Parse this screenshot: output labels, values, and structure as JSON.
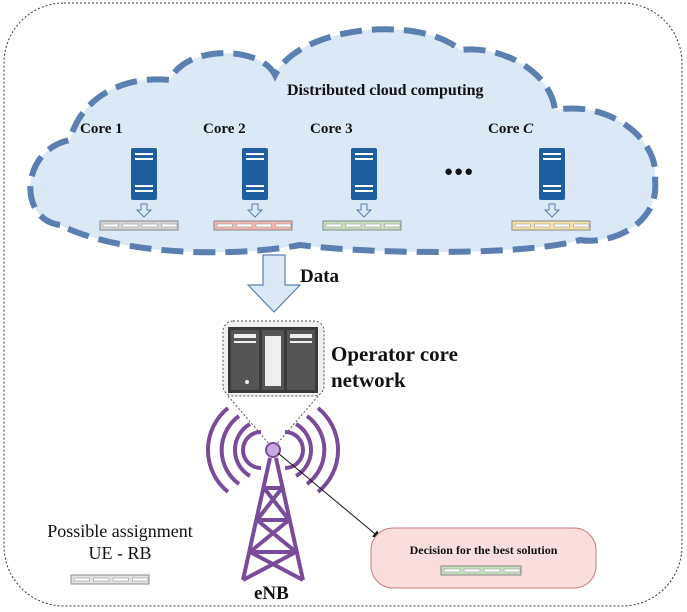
{
  "cloud": {
    "title": "Distributed cloud computing",
    "cores": [
      {
        "prefix": "Core ",
        "suffix": "1",
        "italic": false,
        "color": "#d6d6d6"
      },
      {
        "prefix": "Core ",
        "suffix": "2",
        "italic": false,
        "color": "#f2b8b0"
      },
      {
        "prefix": "Core ",
        "suffix": "3",
        "italic": false,
        "color": "#c9e0bf"
      },
      {
        "prefix": "Core ",
        "suffix": "C",
        "italic": true,
        "color": "#f7e3a8"
      }
    ],
    "ellipsis": "●●●",
    "fill": "#d9e8f7",
    "border": "#5b7fb1"
  },
  "arrow_label": "Data",
  "operator": {
    "line1": "Operator core",
    "line2": "network"
  },
  "enb_label": "eNB",
  "legend": {
    "line1": "Possible assignment",
    "line2": "UE - RB"
  },
  "decision": {
    "label": "Decision for the best solution",
    "fill": "#f9dedd"
  },
  "colors": {
    "server": "#1f5f9f",
    "tower": "#7a4b9a"
  }
}
